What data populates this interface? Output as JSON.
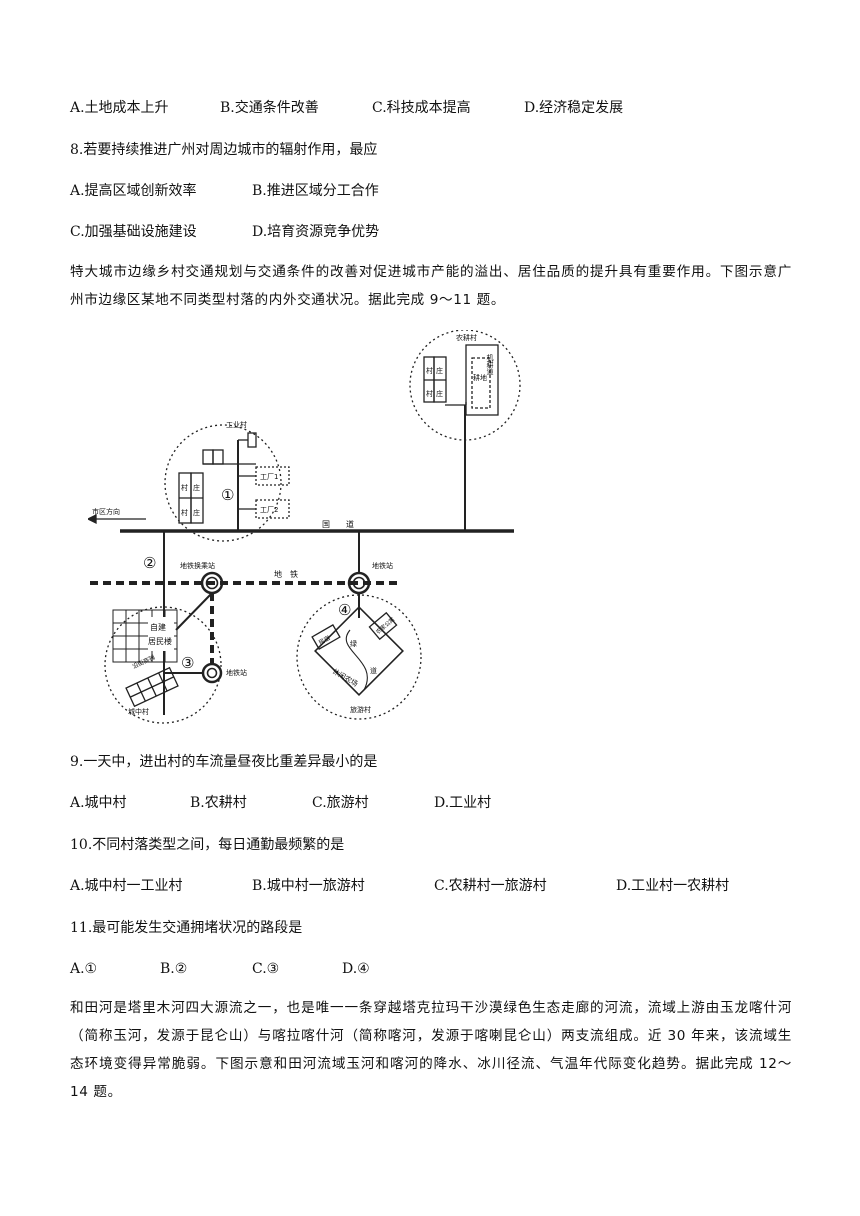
{
  "q7_options": [
    "A.土地成本上升",
    "B.交通条件改善",
    "C.科技成本提高",
    "D.经济稳定发展"
  ],
  "q8": {
    "stem": "8.若要持续推进广州对周边城市的辐射作用，最应",
    "options": [
      "A.提高区域创新效率",
      "B.推进区域分工合作",
      "C.加强基础设施建设",
      "D.培育资源竞争优势"
    ]
  },
  "passage1": "特大城市边缘乡村交通规划与交通条件的改善对促进城市产能的溢出、居住品质的提升具有重要作用。下图示意广州市边缘区某地不同类型村落的内外交通状况。据此完成 9～11 题。",
  "figure": {
    "farm_village": "农耕村",
    "farm_cun": "村",
    "farm_zhuang": "庄",
    "farmland": "耕地",
    "machine_road": "机耕道",
    "industrial_village": "工业村",
    "village_cun": "村",
    "village_zhuang": "庄",
    "factory1": "工厂1",
    "factory2": "工厂2",
    "circled1": "①",
    "circled2": "②",
    "circled3": "③",
    "circled4": "④",
    "city_direction": "市区方向",
    "national_road": "国　　道",
    "metro_transfer": "地铁换乘站",
    "metro": "地　铁",
    "metro_station": "地铁站",
    "metro_station2": "地铁站",
    "self_built": "自建",
    "residential": "居民楼",
    "urban_village": "城中村",
    "street_shop": "沿街商铺",
    "leisure": "休闲农场",
    "tourism_village": "旅游村",
    "green": "绿",
    "road": "道",
    "guesthouse": "民宿",
    "apartment": "农家公寓"
  },
  "q9": {
    "stem": "9.一天中，进出村的车流量昼夜比重差异最小的是",
    "options": [
      "A.城中村",
      "B.农耕村",
      "C.旅游村",
      "D.工业村"
    ]
  },
  "q10": {
    "stem": "10.不同村落类型之间，每日通勤最频繁的是",
    "options": [
      "A.城中村一工业村",
      "B.城中村一旅游村",
      "C.农耕村一旅游村",
      "D.工业村一农耕村"
    ]
  },
  "q11": {
    "stem": "11.最可能发生交通拥堵状况的路段是",
    "options": [
      "A.①",
      "B.②",
      "C.③",
      "D.④"
    ]
  },
  "passage2": "和田河是塔里木河四大源流之一，也是唯一一条穿越塔克拉玛干沙漠绿色生态走廊的河流，流域上游由玉龙喀什河（简称玉河，发源于昆仑山）与喀拉喀什河（简称喀河，发源于喀喇昆仑山）两支流组成。近 30 年来，该流域生态环境变得异常脆弱。下图示意和田河流域玉河和喀河的降水、冰川径流、气温年代际变化趋势。据此完成 12～14 题。"
}
